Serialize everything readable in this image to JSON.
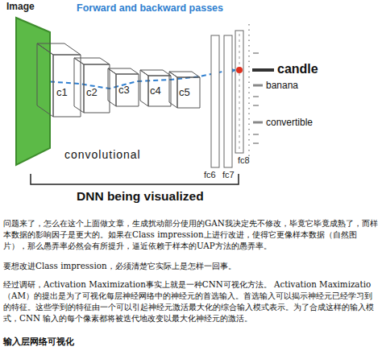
{
  "diagram": {
    "title": "Forward and backward passes",
    "nodes": [
      {
        "text": [
          "Image"
        ]
      },
      {
        "text": [
          "c1"
        ]
      },
      {
        "text": [
          "c2"
        ]
      },
      {
        "text": [
          "c3"
        ]
      },
      {
        "text": [
          "c4"
        ]
      },
      {
        "text": [
          "c5"
        ]
      },
      {
        "text": [
          "fc6"
        ]
      },
      {
        "text": [
          "fc7"
        ]
      },
      {
        "text": [
          "fc8"
        ]
      }
    ],
    "edges": [
      {
        "from": 0,
        "to": 8,
        "arrow": "to"
      }
    ],
    "labels": [
      "candle",
      "banana",
      "convertible",
      "convolutional",
      "DNN being visualized",
      "问题来了，怎么在这个上面做文章，生成扰动部分使用的GAN我决定先不修改，毕竟它毕竟成熟了，而样本数据的影响因子是更大的。如果在Class impression上进行改进，使得它更像样本数据（自然图片），那么愚弄率必然会有所提升，逼近依赖于样本的UAP方法的愚弄率。",
      "要想改进Class impression，必须清楚它实际上是怎样一回事。",
      "经过调研，Activation Maximization事实上就是一种CNN可视化方法。 Activation Maximizatio（AM）的提出是为了可视化每层神经网络中的神经元的首选输入。首选输入可以揭示神经元已经学习到的特征。这些学到的特征由一个可以引起神经元激活最大化的综合输入模式表示。为了合成这样的输入模式，CNN 输入的每个像素都将被迭代地改变以最大化神经元的激活。",
      "输入层网络可视化"
    ]
  }
}
